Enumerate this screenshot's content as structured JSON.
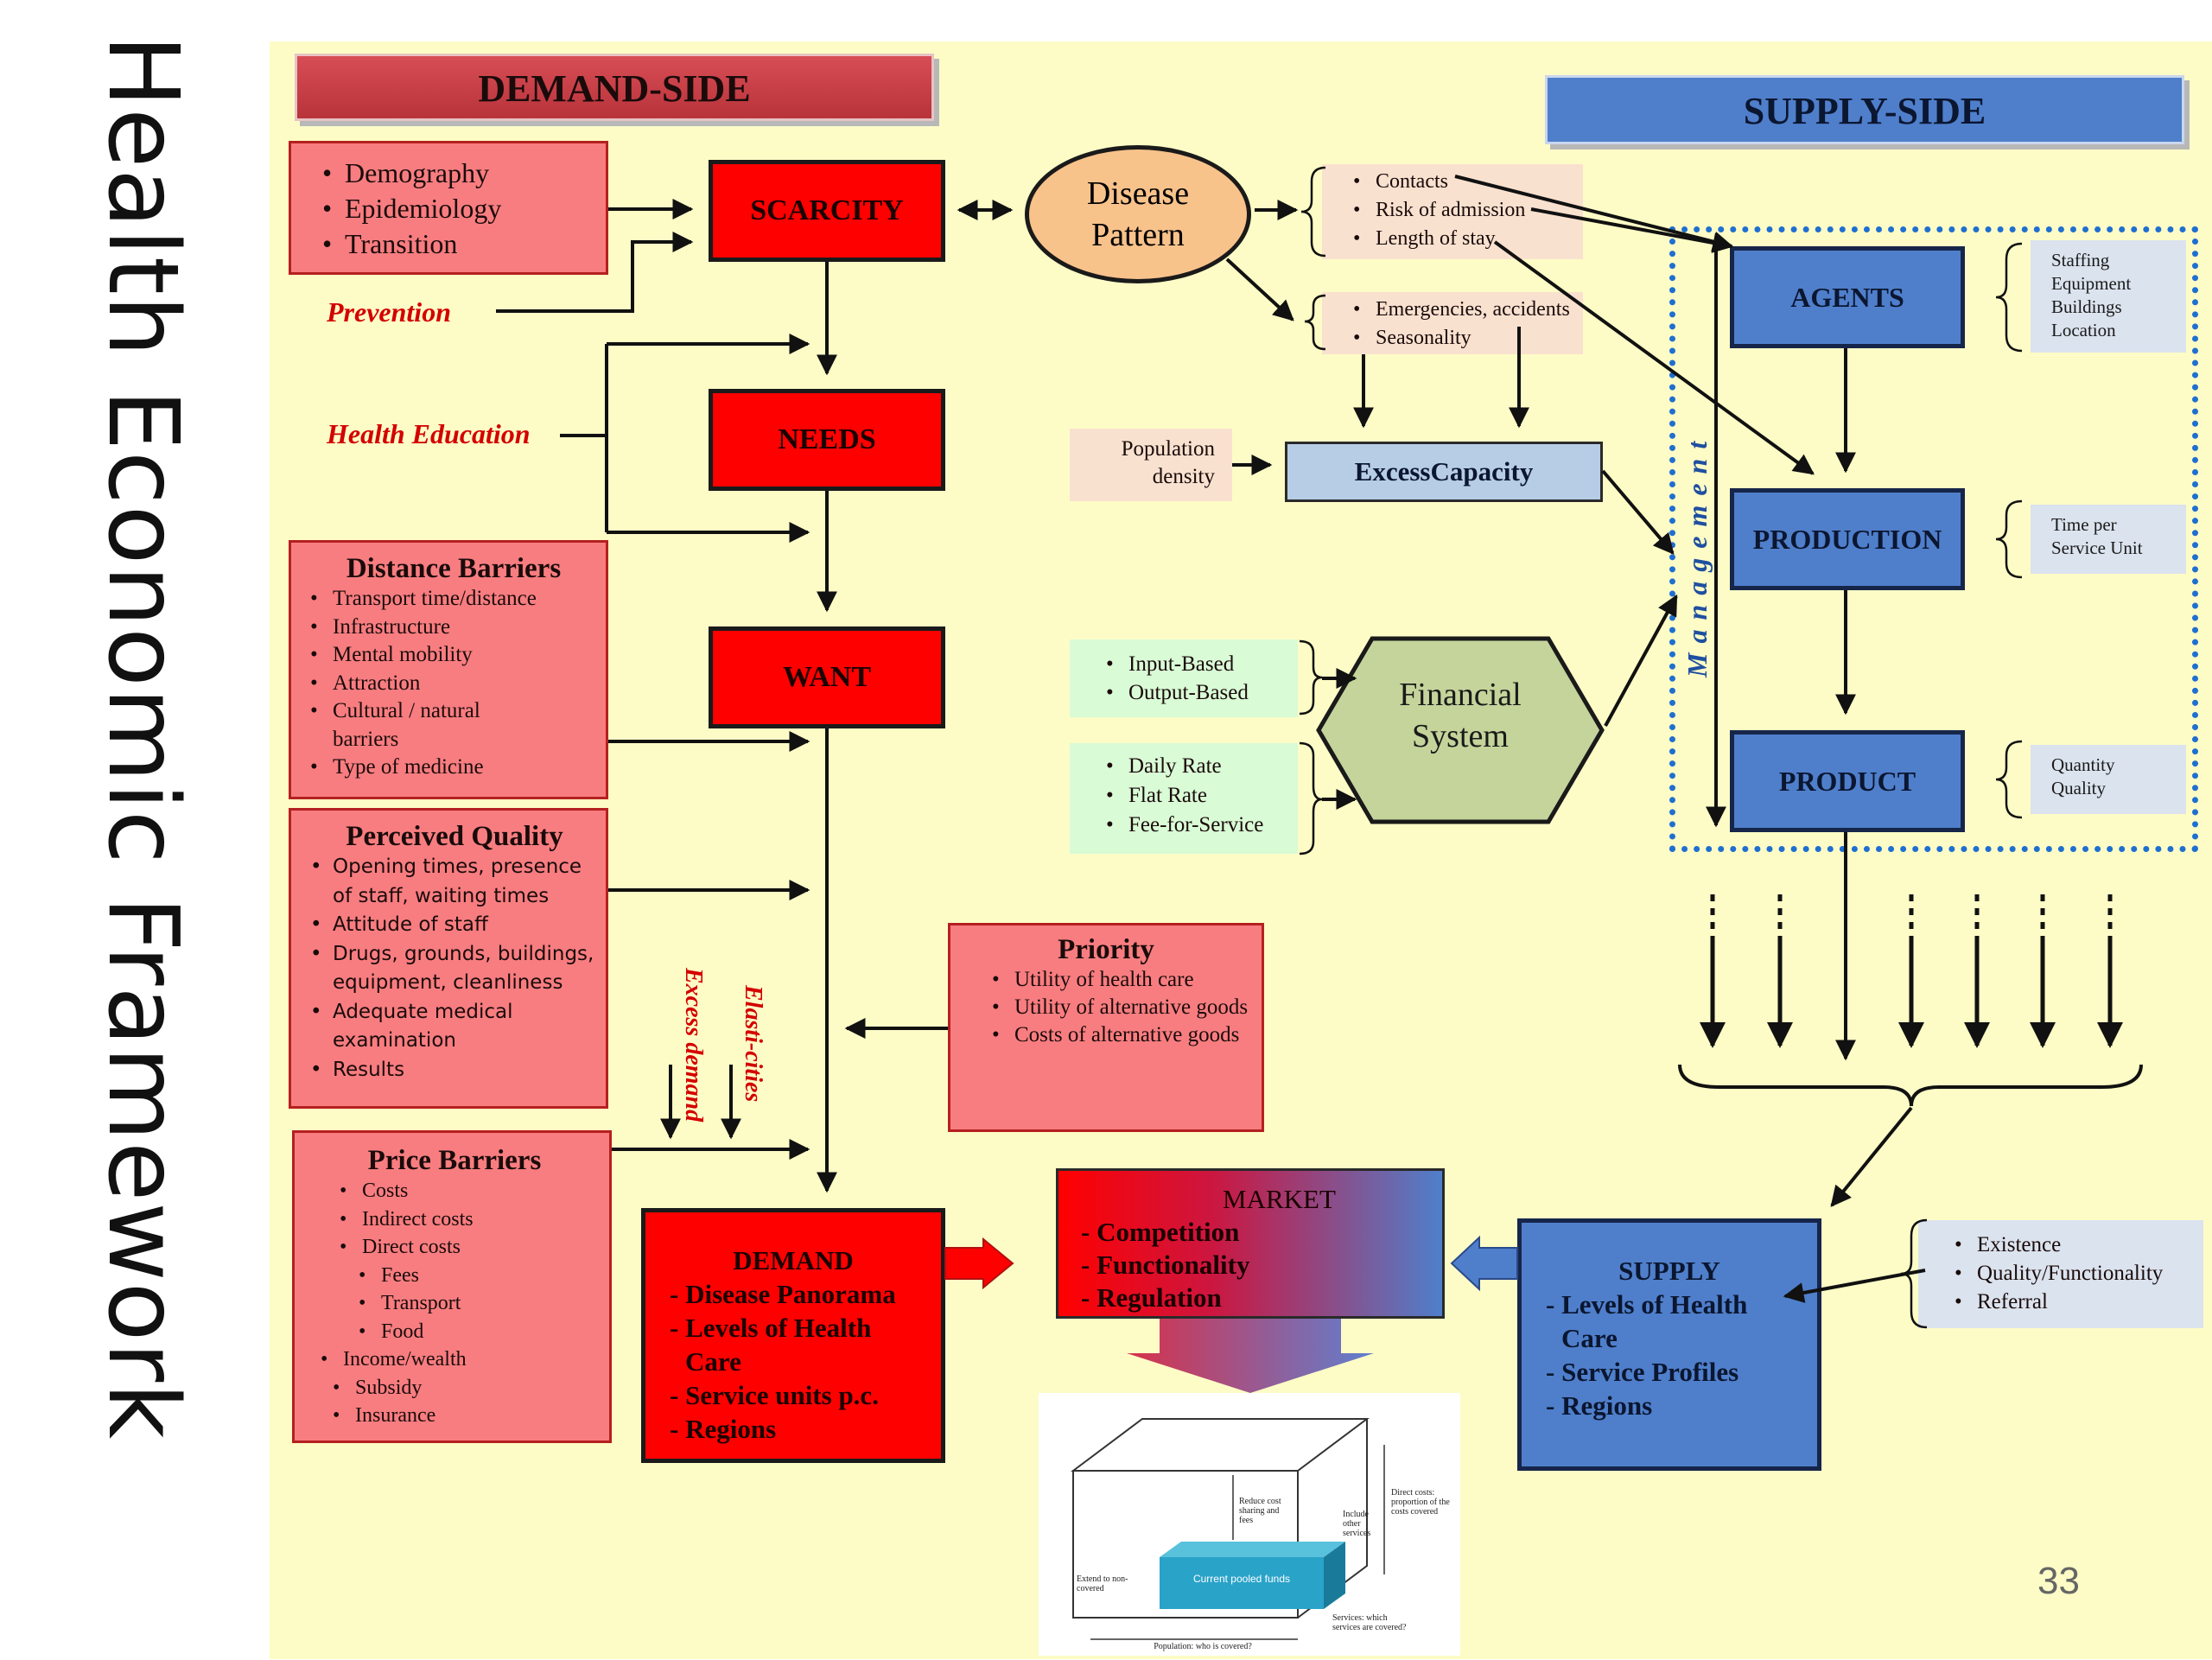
{
  "title": "Health Economic Framework",
  "slide_number": "33",
  "demand_header": "DEMAND-SIDE",
  "supply_header": "SUPPLY-SIDE",
  "demography_box": [
    "Demography",
    "Epidemiology",
    "Transition"
  ],
  "labels": {
    "prevention": "Prevention",
    "health_education": "Health Education",
    "excess_demand": "Excess demand",
    "elasticities": "Elasti-cities",
    "management": "Management"
  },
  "flow": {
    "scarcity": "SCARCITY",
    "needs": "NEEDS",
    "want": "WANT"
  },
  "disease_pattern": "Disease Pattern",
  "disease_factors_1": [
    "Contacts",
    "Risk of admission",
    "Length of stay"
  ],
  "disease_factors_2": [
    "Emergencies, accidents",
    "Seasonality"
  ],
  "population_density": "Population density",
  "excess_capacity": "ExcessCapacity",
  "distance_barriers": {
    "heading": "Distance Barriers",
    "items": [
      "Transport time/distance",
      "Infrastructure",
      "Mental mobility",
      "Attraction",
      "Cultural / natural barriers",
      "Type of medicine"
    ]
  },
  "perceived_quality": {
    "heading": "Perceived Quality",
    "items": [
      "Opening times, presence of staff, waiting times",
      "Attitude of staff",
      "Drugs, grounds, buildings, equipment, cleanliness",
      "Adequate medical examination",
      "Results"
    ]
  },
  "price_barriers": {
    "heading": "Price Barriers",
    "items": [
      "Costs",
      "Indirect costs",
      "Direct costs",
      "Fees",
      "Transport",
      "Food",
      "Income/wealth",
      "Subsidy",
      "Insurance"
    ]
  },
  "priority": {
    "heading": "Priority",
    "items": [
      "Utility of health care",
      "Utility of alternative goods",
      "Costs of alternative goods"
    ]
  },
  "financing_1": [
    "Input-Based",
    "Output-Based"
  ],
  "financing_2": [
    "Daily Rate",
    "Flat Rate",
    "Fee-for-Service"
  ],
  "financial_system": "Financial System",
  "supply_chain": {
    "agents": "AGENTS",
    "production": "PRODUCTION",
    "product": "PRODUCT"
  },
  "agents_notes": [
    "Staffing",
    "Equipment",
    "Buildings",
    "Location"
  ],
  "production_notes": [
    "Time per",
    "Service Unit"
  ],
  "product_notes": [
    "Quantity",
    "Quality"
  ],
  "demand_box": {
    "heading": "DEMAND",
    "items": [
      "- Disease Panorama",
      "- Levels of Health",
      "Care",
      "- Service units p.c.",
      "- Regions"
    ]
  },
  "market_box": {
    "heading": "MARKET",
    "items": [
      "- Competition",
      "- Functionality",
      "- Regulation"
    ]
  },
  "supply_box": {
    "heading": "SUPPLY",
    "items": [
      "- Levels of Health",
      "Care",
      "- Service Profiles",
      "- Regions"
    ]
  },
  "supply_notes": [
    "Existence",
    "Quality/Functionality",
    "Referral"
  ],
  "cube": {
    "center": "Current pooled funds",
    "reduce": "Reduce cost sharing and fees",
    "include": "Include other services",
    "direct_costs": "Direct costs: proportion of the costs covered",
    "extend": "Extend to non-covered",
    "services": "Services: which services are covered?",
    "population": "Population: who is covered?"
  }
}
